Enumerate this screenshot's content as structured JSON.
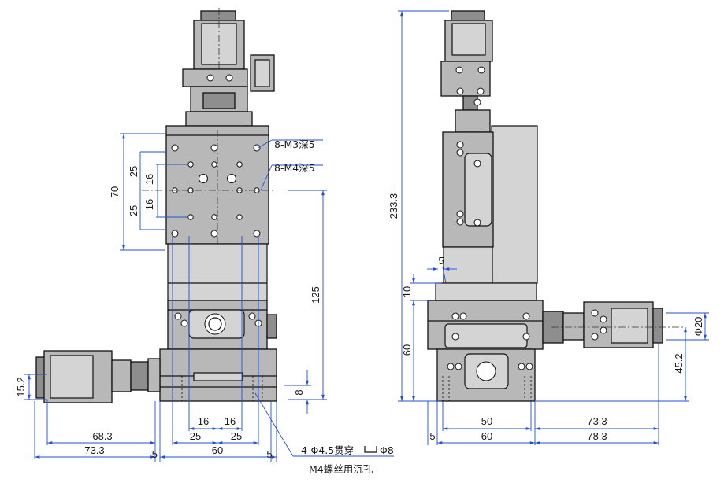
{
  "front_view": {
    "dims": {
      "d70": "70",
      "d25a": "25",
      "d16a": "16",
      "d16b": "16",
      "d25b": "25",
      "d125": "125",
      "d15_2": "15.2",
      "d8": "8",
      "d68_3": "68.3",
      "d73_3": "73.3",
      "d5a": "5",
      "d60": "60",
      "d5b": "5",
      "d16c": "16",
      "d16d": "16",
      "d25c": "25",
      "d25d": "25"
    },
    "notes": {
      "m3": "8-M3深5",
      "m4": "8-M4深5",
      "holes": "4-Φ4.5贯穿",
      "holes_dia": "Φ8",
      "screw": "M4螺丝用沉孔"
    }
  },
  "side_view": {
    "dims": {
      "d233_3": "233.3",
      "d5": "5",
      "d10": "10",
      "d60": "60",
      "phi20": "Φ20",
      "d45_2": "45.2",
      "d50": "50",
      "d73_3": "73.3",
      "d5b": "5",
      "d60b": "60",
      "d78_3": "78.3"
    }
  },
  "colors": {
    "dimension": "#1f4fd8",
    "body": "#b8b8b8",
    "outline": "#111111"
  }
}
